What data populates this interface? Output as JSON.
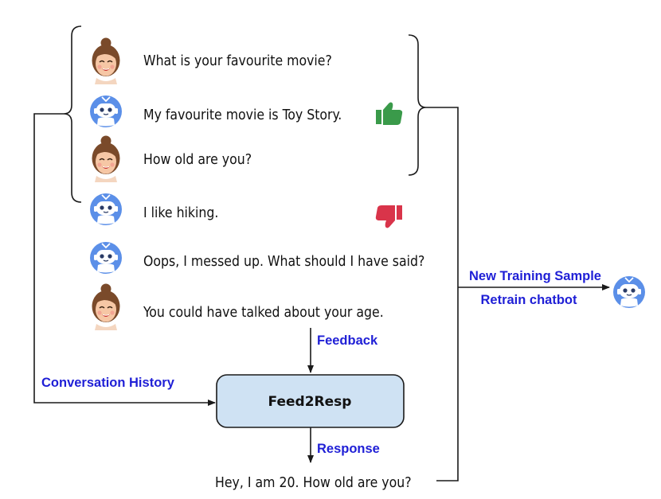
{
  "messages": [
    {
      "speaker": "human",
      "text": "What is your favourite movie?"
    },
    {
      "speaker": "bot",
      "text": "My favourite movie is Toy Story."
    },
    {
      "speaker": "human",
      "text": "How old are you?"
    },
    {
      "speaker": "bot",
      "text": "I like hiking."
    },
    {
      "speaker": "bot",
      "text": "Oops, I messed up. What should I have said?"
    },
    {
      "speaker": "human",
      "text": "You could have talked about your age."
    }
  ],
  "labels": {
    "feedback": "Feedback",
    "conversation_history": "Conversation History",
    "response": "Response",
    "new_training_sample": "New Training Sample",
    "retrain_chatbot": "Retrain chatbot"
  },
  "model_box": {
    "label": "Feed2Resp"
  },
  "output_text": "Hey, I am 20. How old are you?",
  "colors": {
    "label_blue": "#1f1fd6",
    "box_fill": "#cfe2f3",
    "thumbs_up": "#3a9a4a",
    "thumbs_down": "#d9344a",
    "bot_blue": "#5b8fe8"
  }
}
